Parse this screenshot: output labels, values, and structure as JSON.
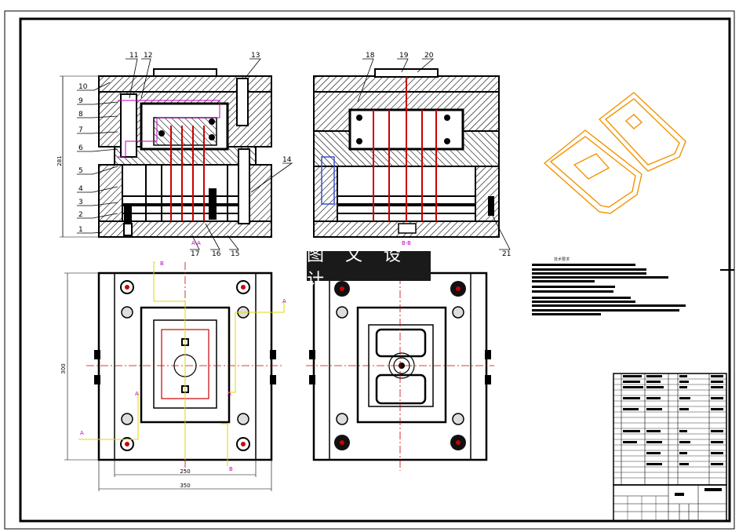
{
  "watermark": {
    "text": "图 文 设 计"
  },
  "tech_requirements": {
    "title": "技术要求"
  },
  "section_labels": {
    "aa_top": "A-A",
    "bb_top": "B-B",
    "a": "A",
    "b": "B"
  },
  "part_numbers": [
    "1",
    "2",
    "3",
    "4",
    "5",
    "6",
    "7",
    "8",
    "9",
    "10",
    "11",
    "12",
    "13",
    "14",
    "15",
    "16",
    "17",
    "18",
    "19",
    "20",
    "21"
  ],
  "dimensions": {
    "height_left": "281",
    "height_plan": "300",
    "width_inner": "250",
    "width_outer": "350"
  },
  "colors": {
    "line": "#000000",
    "hatch": "#000000",
    "pipe": "#cc0000",
    "center": "#cc0000",
    "magenta": "#c000c0",
    "yellow": "#e6d600",
    "orange": "#f29400",
    "blue": "#3a4fd0"
  }
}
